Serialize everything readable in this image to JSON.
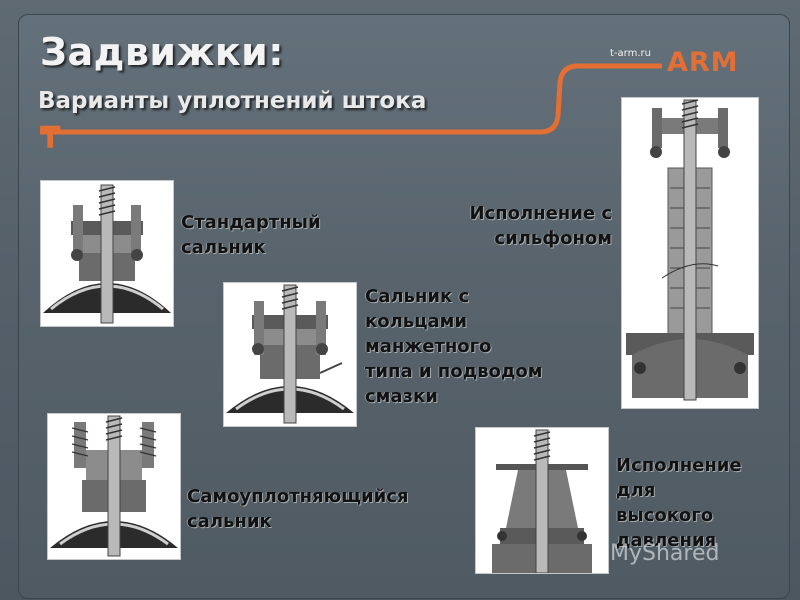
{
  "header": {
    "title": "Задвижки:",
    "subtitle": "Варианты уплотнений штока",
    "site": "t-arm.ru",
    "logo_text": "ARM",
    "logo_letter": "T",
    "accent_color": "#e36f35"
  },
  "captions": {
    "standard": [
      "Стандартный",
      "сальник"
    ],
    "lip_rings": [
      "Сальник с",
      "кольцами",
      "манжетного",
      "типа и подводом",
      "смазки"
    ],
    "bellows": [
      "Исполнение с",
      "сильфоном"
    ],
    "self_sealing": [
      "Самоуплотняющийся",
      "сальник"
    ],
    "high_pressure": [
      "Исполнение",
      "для",
      "высокого",
      "давления"
    ]
  },
  "watermark": "MyShared"
}
